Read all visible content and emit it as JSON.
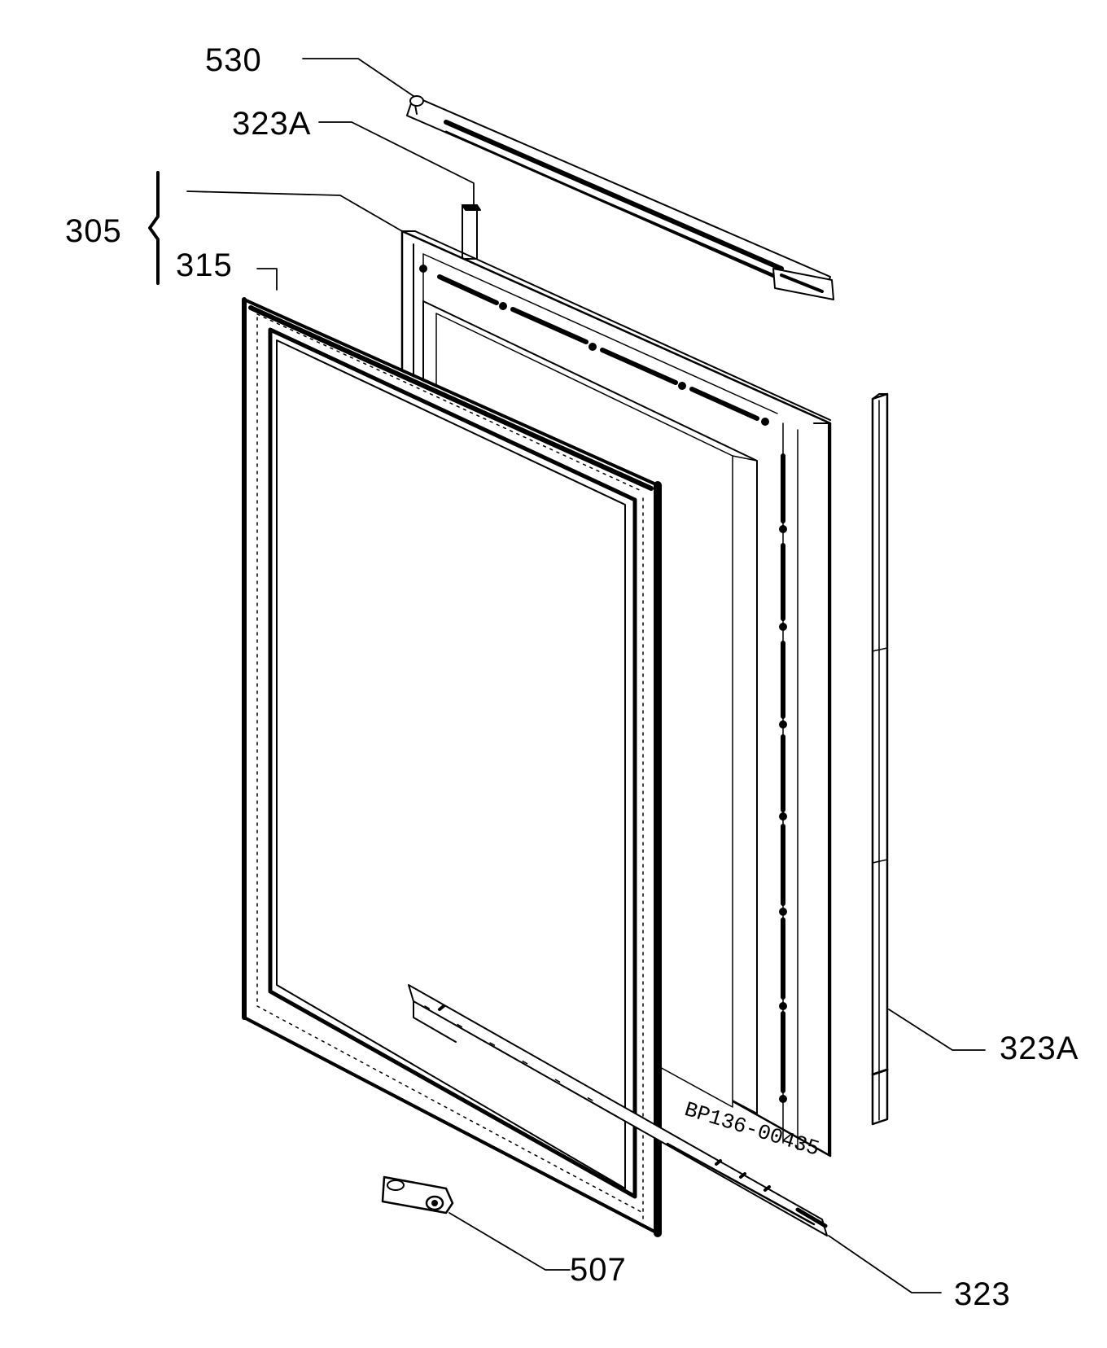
{
  "labels": {
    "l530": "530",
    "l323a_top": "323A",
    "l305": "305",
    "l315": "315",
    "l323a_right": "323A",
    "l507": "507",
    "l323": "323"
  },
  "doc_id": "BP136-00435",
  "colors": {
    "ink": "#000000",
    "paper": "#ffffff"
  }
}
